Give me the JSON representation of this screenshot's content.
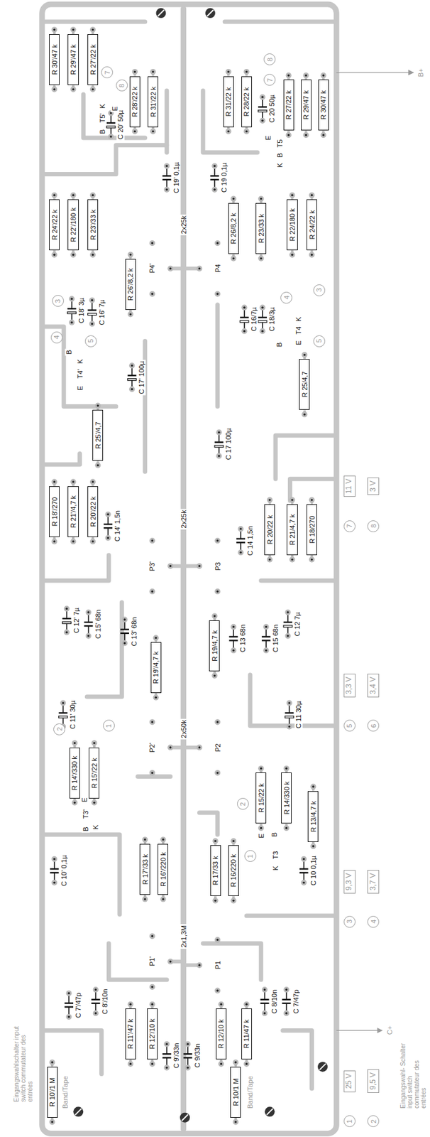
{
  "diagram": {
    "nodes": [
      {
        "text": [
          "R 30'/47 k"
        ]
      },
      {
        "text": [
          "R 29'/47 k"
        ]
      },
      {
        "text": [
          "R 27'/22 k"
        ]
      },
      {
        "text": [
          "R 28'/22 k"
        ]
      },
      {
        "text": [
          "R 31'/22 k"
        ]
      },
      {
        "text": [
          "R 31/22 k"
        ]
      },
      {
        "text": [
          "R 28/22 k"
        ]
      },
      {
        "text": [
          "R 27/22 k"
        ]
      },
      {
        "text": [
          "R 29/47 k"
        ]
      },
      {
        "text": [
          "R 30/47 k"
        ]
      },
      {
        "text": [
          "R 24'/22 k"
        ]
      },
      {
        "text": [
          "R 22'/180 k"
        ]
      },
      {
        "text": [
          "R 23'/33 k"
        ]
      },
      {
        "text": [
          "R 26'/8,2 k"
        ]
      },
      {
        "text": [
          "R 26/8,2 k"
        ]
      },
      {
        "text": [
          "R 23/33 k"
        ]
      },
      {
        "text": [
          "R 22/180 k"
        ]
      },
      {
        "text": [
          "R 24/22 k"
        ]
      },
      {
        "text": [
          "R 25'/4,7"
        ]
      },
      {
        "text": [
          "R 25/4,7"
        ]
      },
      {
        "text": [
          "R 18'/270"
        ]
      },
      {
        "text": [
          "R 21'/4,7 k"
        ]
      },
      {
        "text": [
          "R 20'/22 k"
        ]
      },
      {
        "text": [
          "R 20/22 k"
        ]
      },
      {
        "text": [
          "R 21/4,7 k"
        ]
      },
      {
        "text": [
          "R 18/270"
        ]
      },
      {
        "text": [
          "R 19'/4,7 k"
        ]
      },
      {
        "text": [
          "R 19/4,7 k"
        ]
      },
      {
        "text": [
          "R 14'/330 k"
        ]
      },
      {
        "text": [
          "R 15'/22 k"
        ]
      },
      {
        "text": [
          "R 15/22 k"
        ]
      },
      {
        "text": [
          "R 14/330 k"
        ]
      },
      {
        "text": [
          "R 13/4,7 k"
        ]
      },
      {
        "text": [
          "R 17'/33 k"
        ]
      },
      {
        "text": [
          "R 16'/220 k"
        ]
      },
      {
        "text": [
          "R 17/33 k"
        ]
      },
      {
        "text": [
          "R 16/220 k"
        ]
      },
      {
        "text": [
          "R 11'/47 k"
        ]
      },
      {
        "text": [
          "R 12'/10 k"
        ]
      },
      {
        "text": [
          "R 12/10 k"
        ]
      },
      {
        "text": [
          "R 11/47 k"
        ]
      },
      {
        "text": [
          "R 10'/1 M"
        ]
      },
      {
        "text": [
          "R 10/1 M"
        ]
      },
      {
        "text": [
          "7"
        ]
      },
      {
        "text": [
          "8"
        ]
      },
      {
        "text": [
          "8"
        ]
      },
      {
        "text": [
          "7"
        ]
      },
      {
        "text": [
          "3"
        ]
      },
      {
        "text": [
          "4"
        ]
      },
      {
        "text": [
          "5"
        ]
      },
      {
        "text": [
          "4"
        ]
      },
      {
        "text": [
          "3"
        ]
      },
      {
        "text": [
          "5"
        ]
      },
      {
        "text": [
          "2"
        ]
      },
      {
        "text": [
          "1"
        ]
      },
      {
        "text": [
          "2"
        ]
      },
      {
        "text": [
          "1"
        ]
      },
      {
        "text": [
          "11 V"
        ]
      },
      {
        "text": [
          "7"
        ]
      },
      {
        "text": [
          "3 V"
        ]
      },
      {
        "text": [
          "8"
        ]
      },
      {
        "text": [
          "3,3 V"
        ]
      },
      {
        "text": [
          "5"
        ]
      },
      {
        "text": [
          "3,4 V"
        ]
      },
      {
        "text": [
          "6"
        ]
      },
      {
        "text": [
          "9,3 V"
        ]
      },
      {
        "text": [
          "3"
        ]
      },
      {
        "text": [
          "3,7 V"
        ]
      },
      {
        "text": [
          "4"
        ]
      },
      {
        "text": [
          "25 V"
        ]
      },
      {
        "text": [
          "1"
        ]
      },
      {
        "text": [
          "9,5 V"
        ]
      },
      {
        "text": [
          "2"
        ]
      }
    ],
    "labels": [
      "C 20' 50µ",
      "C 19' 0,1µ",
      "C 19 0,1µ",
      "C 20 50µ",
      "C 18' 3µ",
      "C 16' 7µ",
      "C 17' 100µ",
      "C 16/7µ",
      "C 18/3µ",
      "C 17 100µ",
      "C 14' 1,5n",
      "C 14 1,5n",
      "C 12' 7µ",
      "C 15' 68n",
      "C 13' 68n",
      "C 13 68n",
      "C 15 68n",
      "C 12 7µ",
      "C 11' 30µ",
      "C 11 30µ",
      "C 10' 0,1µ",
      "C 10 0,1µ",
      "C 7'/47p",
      "C 8'/10n",
      "C 9'/33n",
      "C 9/33n",
      "C 8/10n",
      "C 7/47p",
      "K",
      "T5'",
      "B",
      "E",
      "E",
      "T5",
      "B",
      "K",
      "B",
      "K",
      "T4'",
      "E",
      "K",
      "T4",
      "E",
      "B",
      "E",
      "T3'",
      "B",
      "K",
      "E",
      "B",
      "T3",
      "K",
      "P4'",
      "P4",
      "P3'",
      "P3",
      "P2'",
      "P2",
      "P1'",
      "P1",
      "2x25k",
      "2x25k",
      "2x50k",
      "2x1,3M",
      "Band/Tape",
      "Band/Tape",
      "B+",
      "C+",
      "Eingangswahl- Schalter input switch commutateur des entrées",
      "Eingangswahlschalter input switch commutateur des entrées"
    ]
  }
}
